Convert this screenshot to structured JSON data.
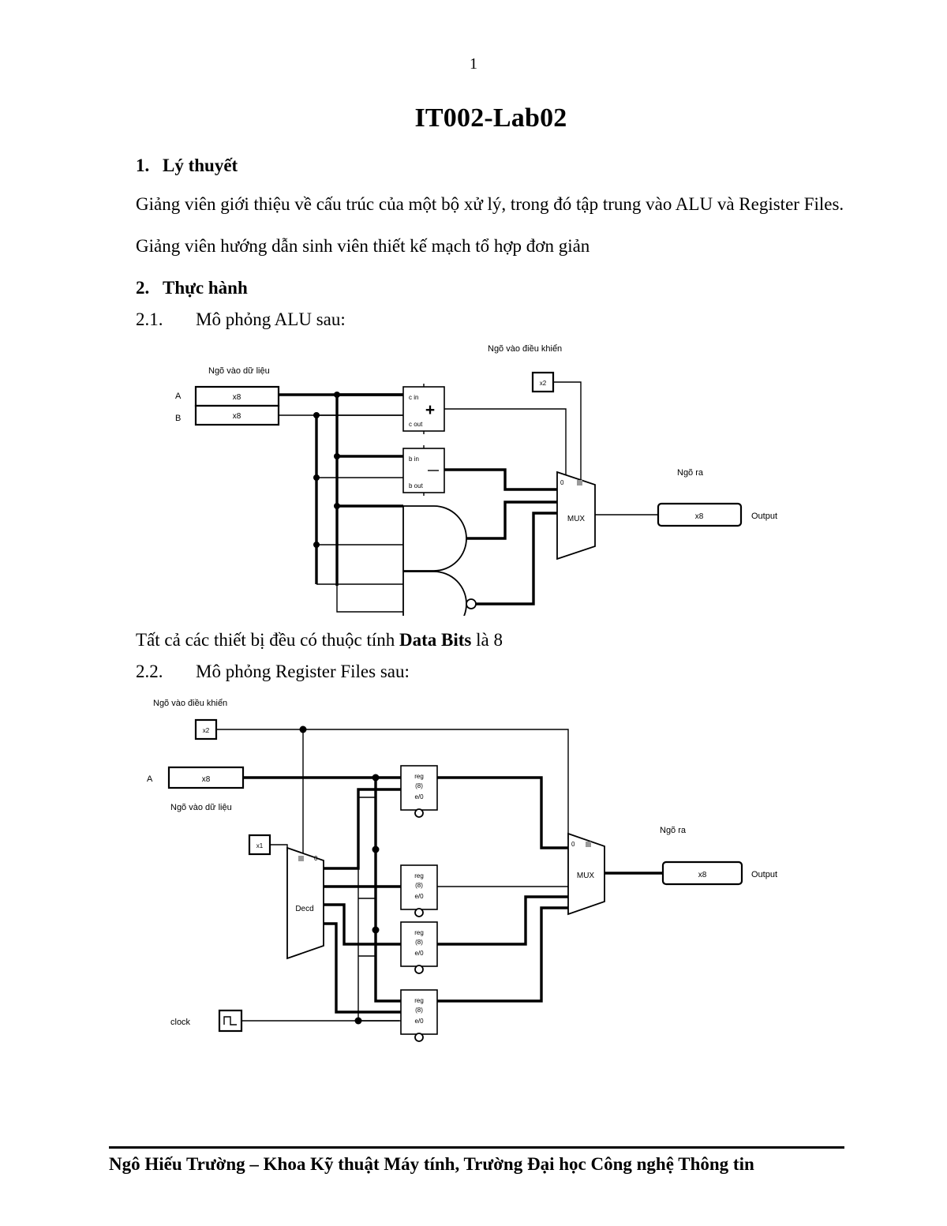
{
  "page": {
    "number": "1",
    "title": "IT002-Lab02"
  },
  "sections": {
    "s1": {
      "num": "1.",
      "heading": "Lý thuyết",
      "para1": "Giảng viên giới thiệu về cấu trúc của một bộ xử lý, trong đó tập trung vào ALU và Register Files.",
      "para2": "Giảng viên hướng dẫn sinh viên thiết kế mạch tổ hợp đơn giản"
    },
    "s2": {
      "num": "2.",
      "heading": "Thực hành",
      "sub1": {
        "num": "2.1.",
        "text": "Mô phỏng ALU sau:"
      },
      "note_prefix": "Tất cả các thiết bị đều có thuộc tính ",
      "note_bold": "Data Bits",
      "note_suffix": " là 8",
      "sub2": {
        "num": "2.2.",
        "text": "Mô phỏng Register Files sau:"
      }
    }
  },
  "figure_alu": {
    "caption_data_in": "Ngõ vào dữ liệu",
    "caption_ctrl_in": "Ngõ vào điều khiển",
    "caption_out": "Ngõ ra",
    "input_a_label": "A",
    "input_b_label": "B",
    "pin_a": "x8",
    "pin_b": "x8",
    "pin_ctrl": "x2",
    "pin_out": "x8",
    "output_label": "Output",
    "adder": {
      "in_label": "c in",
      "out_label": "c out",
      "op": "+"
    },
    "subtractor": {
      "in_label": "b in",
      "out_label": "b out",
      "op": "−"
    },
    "mux_label": "MUX",
    "and_gate": "AND",
    "nand_gate": "NAND"
  },
  "figure_regfile": {
    "caption_ctrl_in": "Ngõ vào điều khiển",
    "caption_data_in": "Ngõ vào dữ liệu",
    "caption_out": "Ngõ ra",
    "input_a_label": "A",
    "pin_ctrl": "x2",
    "pin_data": "x8",
    "pin_sel": "x1",
    "pin_out": "x8",
    "output_label": "Output",
    "clock_label": "clock",
    "decoder_label": "Decd",
    "mux_label": "MUX",
    "registers": [
      {
        "line1": "reg",
        "line2": "(8)",
        "line3": "e/0"
      },
      {
        "line1": "reg",
        "line2": "(8)",
        "line3": "e/0"
      },
      {
        "line1": "reg",
        "line2": "(8)",
        "line3": "e/0"
      },
      {
        "line1": "reg",
        "line2": "(8)",
        "line3": "e/0"
      }
    ]
  },
  "footer": {
    "text": "Ngô Hiếu Trường – Khoa Kỹ thuật Máy tính, Trường Đại học Công nghệ Thông tin"
  }
}
